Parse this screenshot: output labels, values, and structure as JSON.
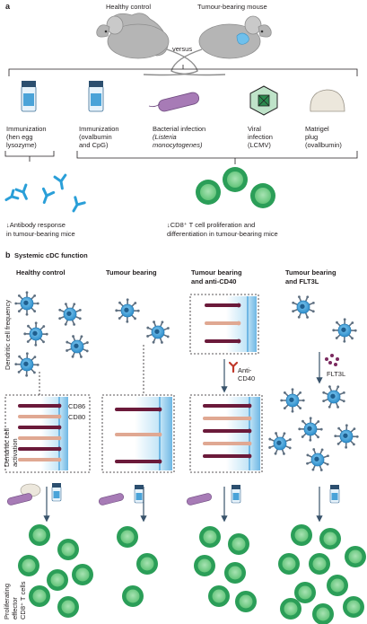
{
  "panel_a": {
    "letter": "a",
    "left_label": "Healthy control",
    "right_label": "Tumour-bearing mouse",
    "versus": "versus",
    "conditions": [
      {
        "lines": [
          "Immunization",
          "(hen egg",
          "lysozyme)"
        ]
      },
      {
        "lines": [
          "Immunization",
          "(ovalbumin",
          "and CpG)"
        ]
      },
      {
        "lines": [
          "Bacterial infection",
          "(Listeria",
          "monocytogenes)"
        ]
      },
      {
        "lines": [
          "Viral",
          "infection",
          "(LCMV)"
        ]
      },
      {
        "lines": [
          "Matrigel",
          "plug",
          "(ovallbumin)"
        ]
      }
    ],
    "outcome_antibody": [
      "↓Antibody response",
      "in tumour-bearing mice"
    ],
    "outcome_cd8": [
      "↓CD8⁺ T cell proliferation and",
      "differentiation in tumour-bearing mice"
    ]
  },
  "panel_b": {
    "letter": "b",
    "title": "Systemic cDC function",
    "columns": [
      {
        "lines": [
          "Healthy control"
        ]
      },
      {
        "lines": [
          "Tumour bearing"
        ]
      },
      {
        "lines": [
          "Tumour bearing",
          "and anti-CD40"
        ]
      },
      {
        "lines": [
          "Tumour bearing",
          "and FLT3L"
        ]
      }
    ],
    "row_labels": {
      "frequency": [
        "Dendritic cell frequency"
      ],
      "activation": [
        "Dendritic cell",
        "activation"
      ],
      "proliferating": [
        "Proliferating",
        "effector",
        "CD8⁺ T cells"
      ]
    },
    "marker_cd86": "CD86",
    "marker_cd80": "CD80",
    "anti_cd40": [
      "Anti-",
      "CD40"
    ],
    "flt3l": "FLT3L"
  },
  "colors": {
    "dc_cell": "#3aa3dc",
    "t_cell_outer": "#2b9e58",
    "t_cell_inner": "#8fd49e",
    "mouse": "#b5b5b5",
    "bacterium": "#a77bb6",
    "antibody": "#2a9fd8",
    "marker_red": "#9e1f63"
  }
}
